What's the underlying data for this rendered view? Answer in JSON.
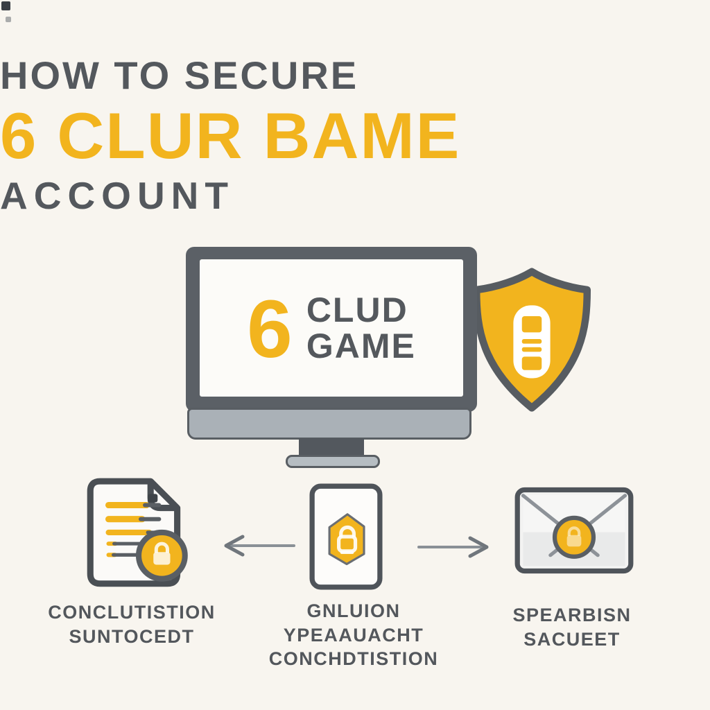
{
  "colors": {
    "background": "#F8F5EF",
    "accent_yellow": "#F2B41E",
    "dark_gray": "#54585D",
    "monitor_bezel": "#5B6066",
    "monitor_chin": "#AAB1B7",
    "arrow_gray": "#7D838A"
  },
  "title": {
    "line1": "HOW TO SECURE",
    "line2": "6 CLUR BAME",
    "line3": "ACCOUNT"
  },
  "monitor_screen": {
    "number": "6",
    "name_line1": "CLUD",
    "name_line2": "GAME"
  },
  "shield": {
    "icon": "shield-lock-icon"
  },
  "steps": [
    {
      "icon": "document-lock-icon",
      "caption_lines": [
        "CONCLUTISTION",
        "SUNTOCEDT"
      ]
    },
    {
      "icon": "phone-shield-lock-icon",
      "caption_lines": [
        "GNLUION",
        "YPEAAUACHT",
        "CONCHDTISTION"
      ]
    },
    {
      "icon": "envelope-seal-lock-icon",
      "caption_lines": [
        "SPEARBISN",
        "SACUEET"
      ]
    }
  ],
  "connectors": {
    "left_arrow": "arrow-left-icon",
    "right_arrow": "arrow-right-icon"
  }
}
